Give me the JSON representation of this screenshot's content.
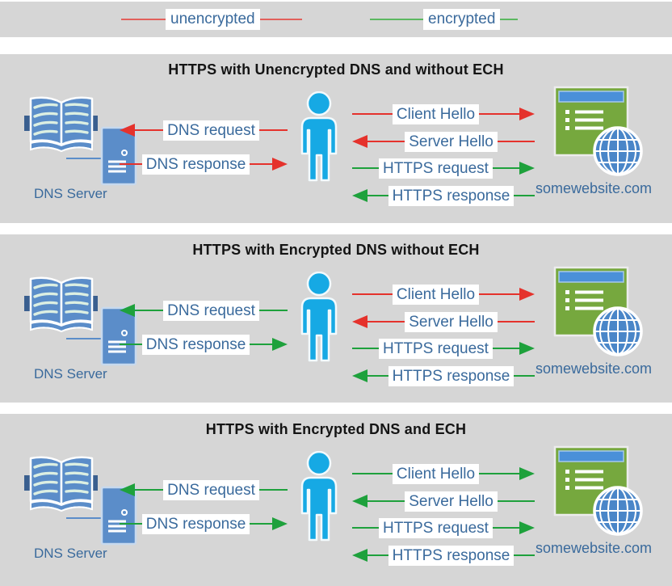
{
  "legend": {
    "items": [
      {
        "label": "unencrypted",
        "color": "#e2605c"
      },
      {
        "label": "encrypted",
        "color": "#5cb860"
      }
    ]
  },
  "icons": {
    "dns": "dns-server-book-and-server-icon",
    "person": "user-person-icon",
    "website": "website-browser-globe-icon"
  },
  "colors": {
    "unencrypted_arrow": "#e5322c",
    "encrypted_arrow": "#1ea13c",
    "panel_background": "#d6d6d6",
    "label_text": "#3a6a9c",
    "person_blue": "#16a9e4",
    "dns_blue": "#5b8dc9",
    "website_green": "#76a83e",
    "globe_blue": "#4a86c8"
  },
  "panels": [
    {
      "title": "HTTPS with Unencrypted DNS and without ECH",
      "dns_server_label": "DNS Server",
      "website_label": "somewebsite.com",
      "arrows": {
        "dns_request": {
          "label": "DNS request",
          "direction": "left",
          "color": "#e5322c"
        },
        "dns_response": {
          "label": "DNS response",
          "direction": "right",
          "color": "#e5322c"
        },
        "client_hello": {
          "label": "Client Hello",
          "direction": "right",
          "color": "#e5322c"
        },
        "server_hello": {
          "label": "Server Hello",
          "direction": "left",
          "color": "#e5322c"
        },
        "https_request": {
          "label": "HTTPS request",
          "direction": "right",
          "color": "#1ea13c"
        },
        "https_response": {
          "label": "HTTPS response",
          "direction": "left",
          "color": "#1ea13c"
        }
      }
    },
    {
      "title": "HTTPS with Encrypted DNS without ECH",
      "dns_server_label": "DNS Server",
      "website_label": "somewebsite.com",
      "arrows": {
        "dns_request": {
          "label": "DNS request",
          "direction": "left",
          "color": "#1ea13c"
        },
        "dns_response": {
          "label": "DNS response",
          "direction": "right",
          "color": "#1ea13c"
        },
        "client_hello": {
          "label": "Client Hello",
          "direction": "right",
          "color": "#e5322c"
        },
        "server_hello": {
          "label": "Server Hello",
          "direction": "left",
          "color": "#e5322c"
        },
        "https_request": {
          "label": "HTTPS request",
          "direction": "right",
          "color": "#1ea13c"
        },
        "https_response": {
          "label": "HTTPS response",
          "direction": "left",
          "color": "#1ea13c"
        }
      }
    },
    {
      "title": "HTTPS with Encrypted DNS and ECH",
      "dns_server_label": "DNS Server",
      "website_label": "somewebsite.com",
      "arrows": {
        "dns_request": {
          "label": "DNS request",
          "direction": "left",
          "color": "#1ea13c"
        },
        "dns_response": {
          "label": "DNS response",
          "direction": "right",
          "color": "#1ea13c"
        },
        "client_hello": {
          "label": "Client Hello",
          "direction": "right",
          "color": "#1ea13c"
        },
        "server_hello": {
          "label": "Server Hello",
          "direction": "left",
          "color": "#1ea13c"
        },
        "https_request": {
          "label": "HTTPS request",
          "direction": "right",
          "color": "#1ea13c"
        },
        "https_response": {
          "label": "HTTPS response",
          "direction": "left",
          "color": "#1ea13c"
        }
      }
    }
  ]
}
